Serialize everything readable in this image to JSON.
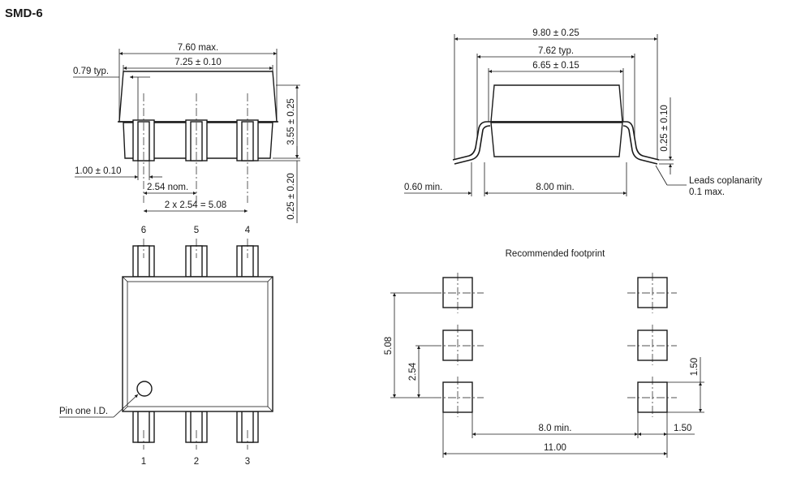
{
  "title": "SMD-6",
  "side_view": {
    "width_max": "7.60 max.",
    "width_body": "7.25 ± 0.10",
    "lead_offset": "0.79 typ.",
    "height": "3.55 ± 0.25",
    "standoff": "0.25 ± 0.20",
    "lead_width": "1.00 ± 0.10",
    "pitch": "2.54 nom.",
    "pitch_total": "2 x 2.54 = 5.08"
  },
  "end_view": {
    "overall": "9.80 ± 0.25",
    "row_spacing": "7.62 typ.",
    "body_width": "6.65 ± 0.15",
    "lead_thickness": "0.25 ± 0.10",
    "lead_length": "0.60 min.",
    "lead_span": "8.00 min.",
    "coplanarity_1": "Leads coplanarity",
    "coplanarity_2": "0.1 max."
  },
  "top_view": {
    "pins_top": [
      "6",
      "5",
      "4"
    ],
    "pins_bottom": [
      "1",
      "2",
      "3"
    ],
    "pin_one": "Pin one I.D."
  },
  "footprint": {
    "title": "Recommended footprint",
    "pitch_total": "5.08",
    "pitch": "2.54",
    "pad_height": "1.50",
    "inner_gap": "8.0 min.",
    "pad_width": "1.50",
    "overall": "11.00"
  }
}
